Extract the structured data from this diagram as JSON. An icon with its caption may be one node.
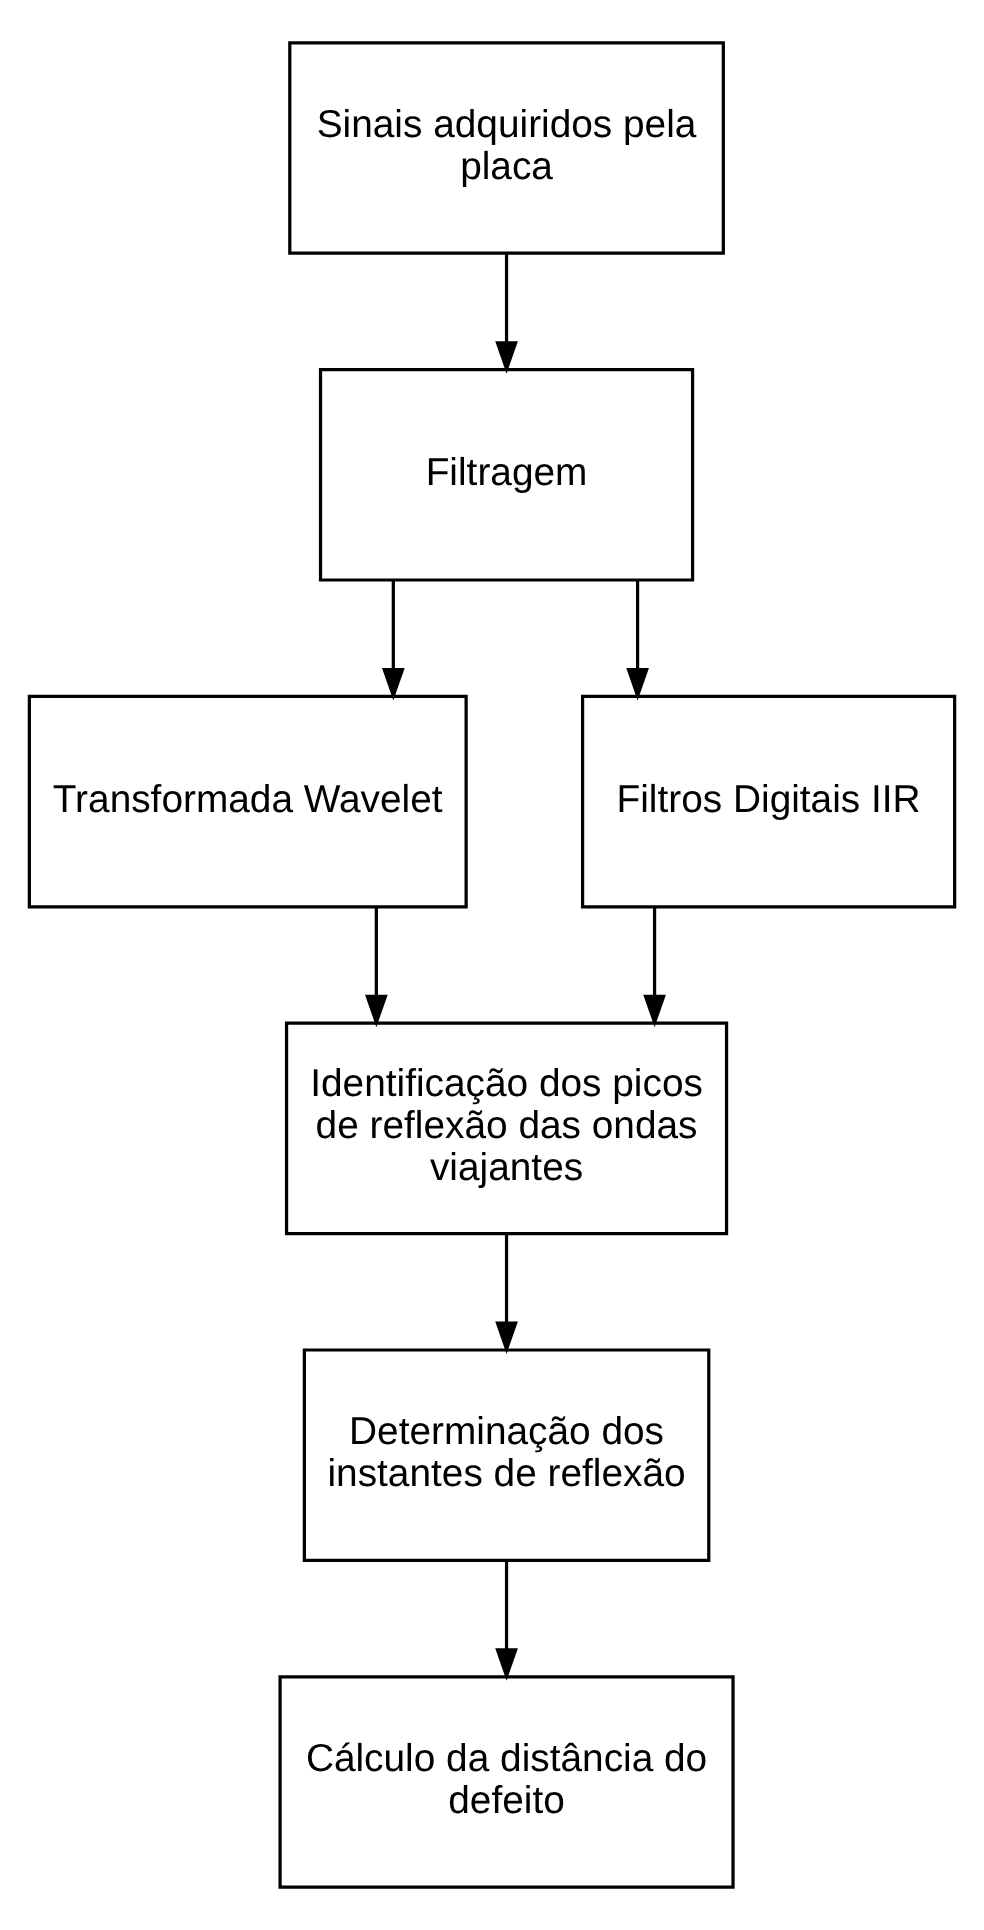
{
  "diagram": {
    "nodes": [
      {
        "text": [
          "Sinais adquiridos pela placa"
        ]
      },
      {
        "text": [
          "Filtragem"
        ]
      },
      {
        "text": [
          "Transformada Wavelet"
        ]
      },
      {
        "text": [
          "Filtros Digitais IIR"
        ]
      },
      {
        "text": [
          "Identificação dos picos de reflexão das ondas viajantes"
        ]
      },
      {
        "text": [
          "Determinação dos instantes de reflexão"
        ]
      },
      {
        "text": [
          "Cálculo da distância do defeito"
        ]
      }
    ],
    "edges": [
      {
        "from": 0,
        "to": 1,
        "arrow": "to"
      },
      {
        "from": 1,
        "to": 2,
        "arrow": "to"
      },
      {
        "from": 1,
        "to": 3,
        "arrow": "to"
      },
      {
        "from": 2,
        "to": 4,
        "arrow": "to"
      },
      {
        "from": 3,
        "to": 4,
        "arrow": "to"
      },
      {
        "from": 4,
        "to": 5,
        "arrow": "to"
      },
      {
        "from": 5,
        "to": 6,
        "arrow": "to"
      }
    ]
  }
}
